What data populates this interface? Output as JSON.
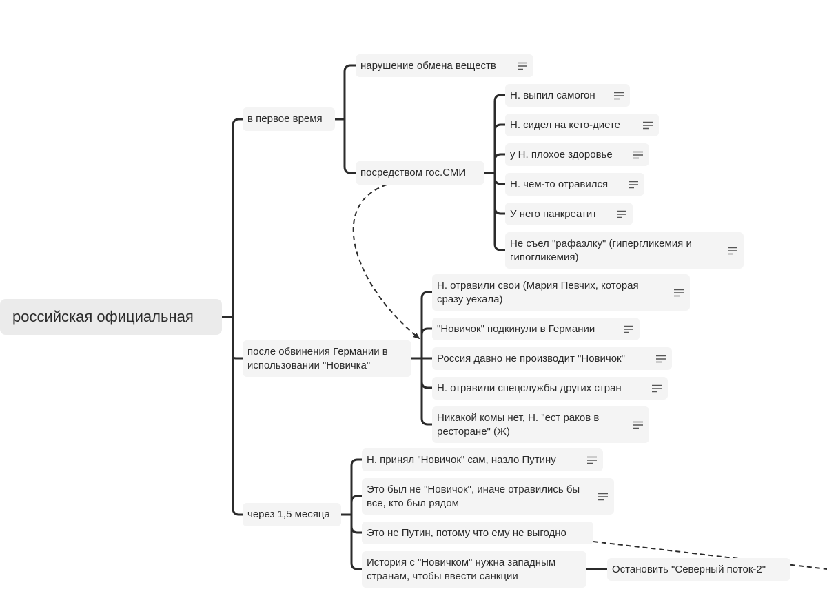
{
  "mindmap": {
    "root": "российская официальная",
    "branch_first": {
      "label": "в первое время",
      "metabolism": "нарушение обмена веществ",
      "media": {
        "label": "посредством гос.СМИ",
        "items": [
          "Н. выпил самогон",
          "Н. сидел на кето-диете",
          "у Н. плохое здоровье",
          "Н. чем-то отравился",
          "У него панкреатит",
          "Не съел \"рафаэлку\" (гипергликемия и гипогликемия)"
        ]
      }
    },
    "branch_germany": {
      "label": "после обвинения Германии в использовании \"Новичка\"",
      "items": [
        "Н. отравили свои (Мария Певчих, которая сразу уехала)",
        "\"Новичок\" подкинули в Германии",
        "Россия давно не производит \"Новичок\"",
        "Н. отравили спецслужбы других стран",
        "Никакой комы нет, Н. \"ест раков в ресторане\" (Ж)"
      ]
    },
    "branch_later": {
      "label": "через 1,5 месяца",
      "items": [
        "Н. принял \"Новичок\" сам, назло Путину",
        "Это был не \"Новичок\", иначе отравились бы все, кто был рядом",
        "Это не Путин, потому что ему не выгодно",
        "История с \"Новичком\" нужна западным странам, чтобы ввести санкции"
      ],
      "sanctions_child": "Остановить \"Северный поток-2\""
    },
    "colors": {
      "connector": "#2b2b2b",
      "node_fill": "#f4f4f4",
      "root_fill": "#ebebeb",
      "note_icon": "#555555"
    }
  }
}
